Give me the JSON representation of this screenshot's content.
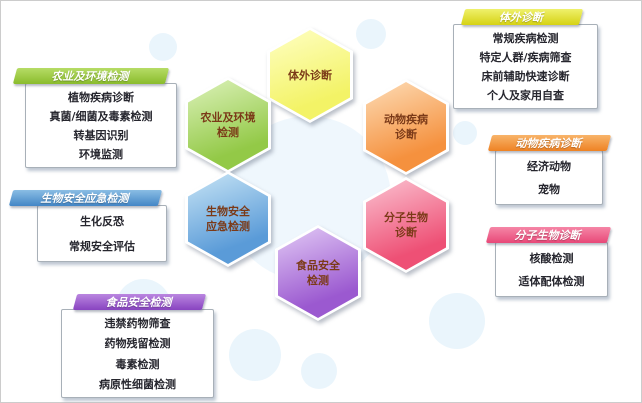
{
  "hexagons": [
    {
      "name": "in-vitro-diagnostics",
      "color": "#f3f366",
      "lines": [
        "体外诊断"
      ]
    },
    {
      "name": "agriculture-environment",
      "color": "#93c947",
      "lines": [
        "农业及环境",
        "检测"
      ]
    },
    {
      "name": "animal-disease",
      "color": "#f5913e",
      "lines": [
        "动物疾病",
        "诊断"
      ]
    },
    {
      "name": "biosafety-emergency",
      "color": "#5a9bd8",
      "lines": [
        "生物安全",
        "应急检测"
      ]
    },
    {
      "name": "molecular-diagnostics",
      "color": "#ee5075",
      "lines": [
        "分子生物",
        "诊断"
      ]
    },
    {
      "name": "food-safety",
      "color": "#9b59d0",
      "lines": [
        "食品安全",
        "检测"
      ]
    }
  ],
  "callouts": [
    {
      "name": "in-vitro-diagnostics",
      "color": "#d6d214",
      "title": "体外诊断",
      "items": [
        "常规疾病检测",
        "特定人群/疾病筛查",
        "床前辅助快速诊断",
        "个人及家用自查"
      ]
    },
    {
      "name": "agriculture-environment",
      "color": "#8abc2c",
      "title": "农业及环境检测",
      "items": [
        "植物疾病诊断",
        "真菌/细菌及毒素检测",
        "转基因识别",
        "环境监测"
      ]
    },
    {
      "name": "animal-disease",
      "color": "#ee8224",
      "title": "动物疾病诊断",
      "items": [
        "经济动物",
        "宠物"
      ]
    },
    {
      "name": "biosafety-emergency",
      "color": "#4386c6",
      "title": "生物安全应急检测",
      "items": [
        "生化反恐",
        "常规安全评估"
      ]
    },
    {
      "name": "molecular-diagnostics",
      "color": "#e84878",
      "title": "分子生物诊断",
      "items": [
        "核酸检测",
        "适体配体检测"
      ]
    },
    {
      "name": "food-safety",
      "color": "#8844c0",
      "title": "食品安全检测",
      "items": [
        "违禁药物筛查",
        "药物残留检测",
        "毒素检测",
        "病原性细菌检测"
      ]
    }
  ]
}
